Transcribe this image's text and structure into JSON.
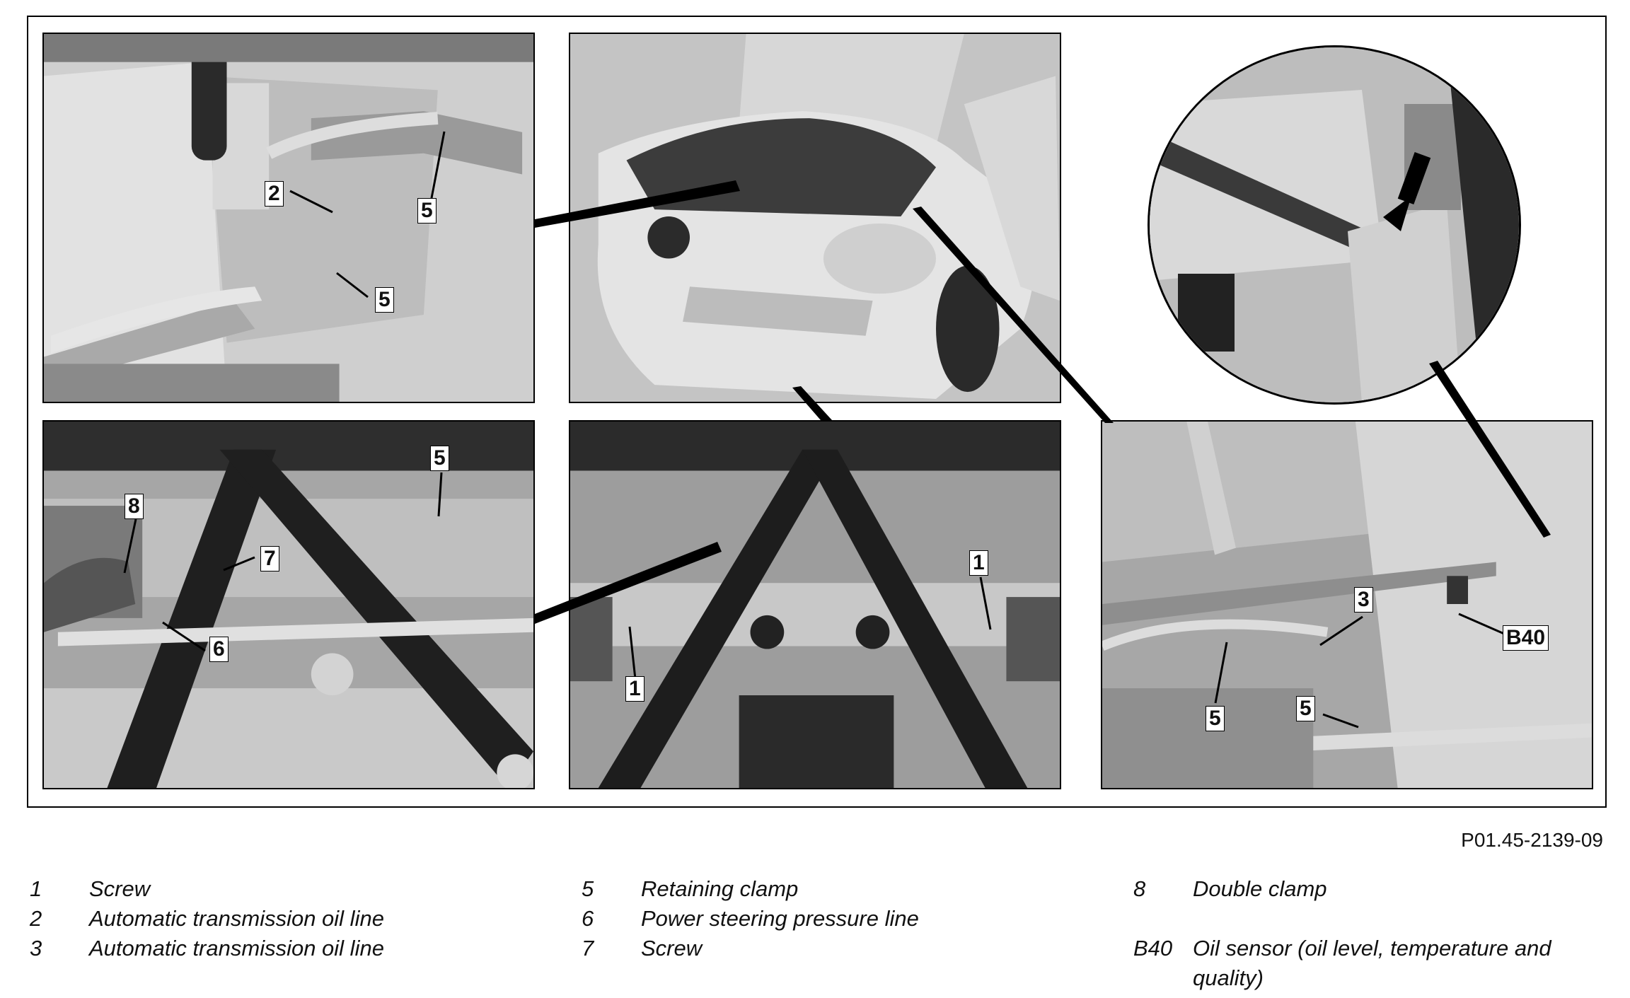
{
  "panels": {
    "top_left": {
      "callouts": [
        "2",
        "5",
        "5"
      ]
    },
    "center_top": {
      "callouts": []
    },
    "top_right_magnifier": {
      "callouts": []
    },
    "bottom_left": {
      "callouts": [
        "5",
        "8",
        "7",
        "6"
      ]
    },
    "bottom_center": {
      "callouts": [
        "1",
        "1"
      ]
    },
    "bottom_right": {
      "callouts": [
        "3",
        "B40",
        "5",
        "5"
      ]
    }
  },
  "document_id": "P01.45-2139-09",
  "legend": {
    "col1": [
      {
        "num": "1",
        "text": "Screw"
      },
      {
        "num": "2",
        "text": "Automatic transmission oil line"
      },
      {
        "num": "3",
        "text": "Automatic transmission oil line"
      }
    ],
    "col2": [
      {
        "num": "5",
        "text": "Retaining clamp"
      },
      {
        "num": "6",
        "text": "Power steering pressure line"
      },
      {
        "num": "7",
        "text": "Screw"
      }
    ],
    "col3": [
      {
        "num": "8",
        "text": "Double clamp"
      },
      {
        "num": "",
        "text": ""
      },
      {
        "num": "B40",
        "text": "Oil sensor (oil level, temperature and quality)"
      }
    ]
  },
  "colors": {
    "photo_bg": "#c8c8c8",
    "metal": "#b0b0b0",
    "dark": "#1e1e1e",
    "line": "#000000"
  }
}
